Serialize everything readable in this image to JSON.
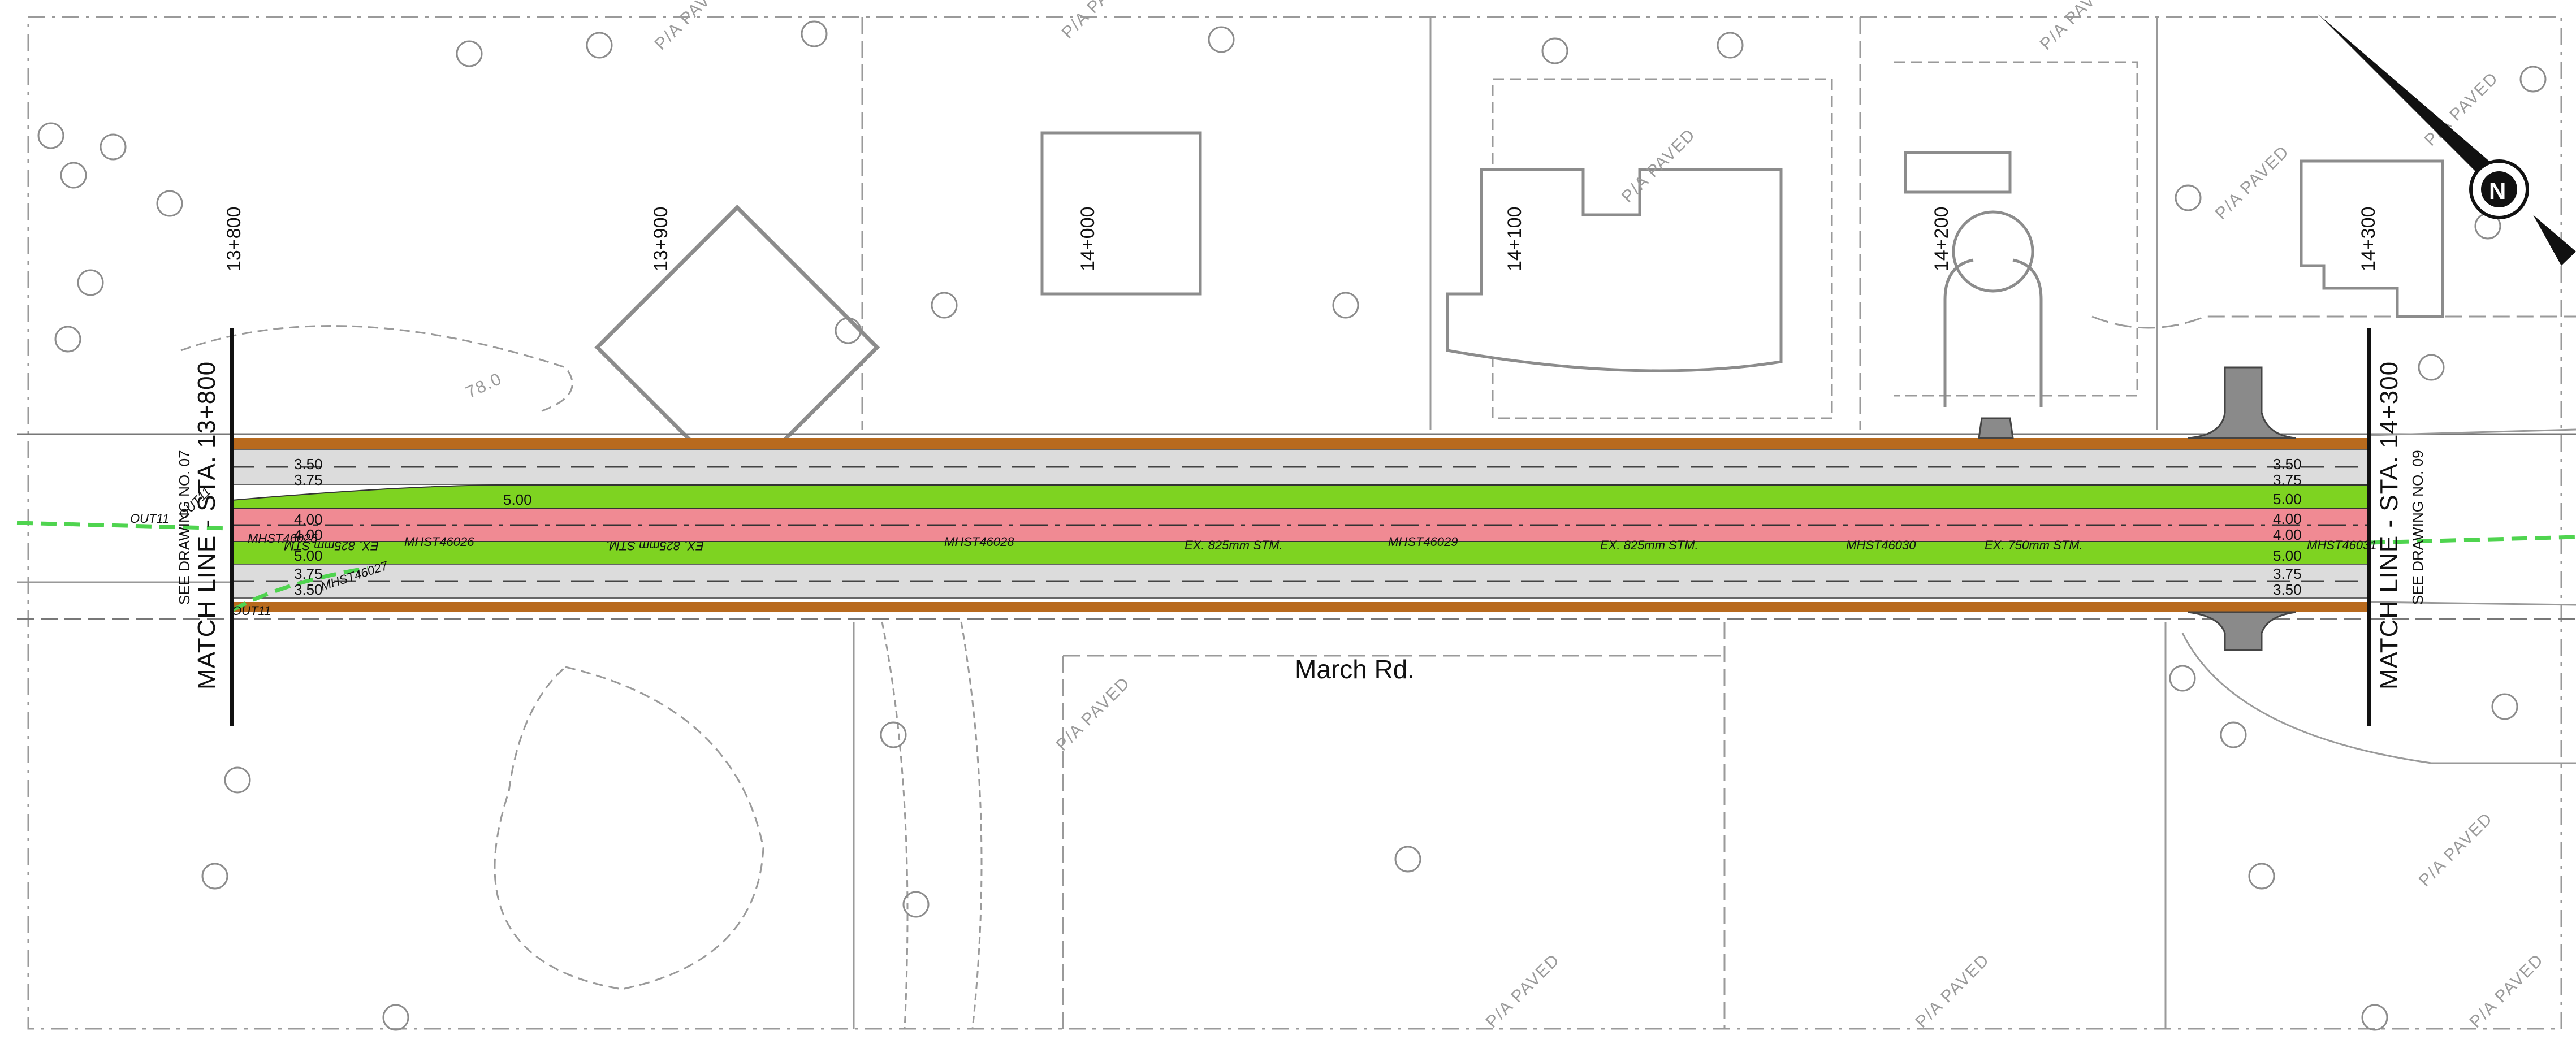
{
  "stations": [
    "13+800",
    "13+900",
    "14+000",
    "14+100",
    "14+200",
    "14+300"
  ],
  "road_name": "March Rd.",
  "match_line_left": "MATCH LINE - STA. 13+800",
  "match_line_right": "MATCH LINE - STA. 14+300",
  "see_drawing_left": "SEE DRAWING NO. 07",
  "see_drawing_right": "SEE DRAWING NO. 09",
  "lane_widths_left": [
    "3.50",
    "3.75",
    "4.00",
    "4.00",
    "5.00",
    "3.75",
    "3.50"
  ],
  "lane_widths_right": [
    "3.50",
    "3.75",
    "5.00",
    "4.00",
    "4.00",
    "5.00",
    "3.75",
    "3.50"
  ],
  "bike_lane_width": "5.00",
  "manholes": [
    "MHST46025",
    "MHST46026",
    "MHST46027",
    "MHST46028",
    "MHST46029",
    "MHST46030",
    "MHST46031"
  ],
  "existing_pipes": [
    "EX. 825mm STM.",
    "EX. 825mm STM.",
    "EX. 825mm STM.",
    "EX. 825mm STM.",
    "EX. 750mm STM."
  ],
  "outfalls": [
    "OUT11",
    "OUT11",
    "OUT11"
  ],
  "paved_label": "P/A PAVED",
  "ground_elevation": "78.0",
  "colors": {
    "bike_lane": "#7ed321",
    "median": "#f08a93",
    "boulevard": "#b86a1e",
    "pavement": "#dcdcdc",
    "linework": "#8c8c8c",
    "storm_line": "#4fd44f"
  }
}
